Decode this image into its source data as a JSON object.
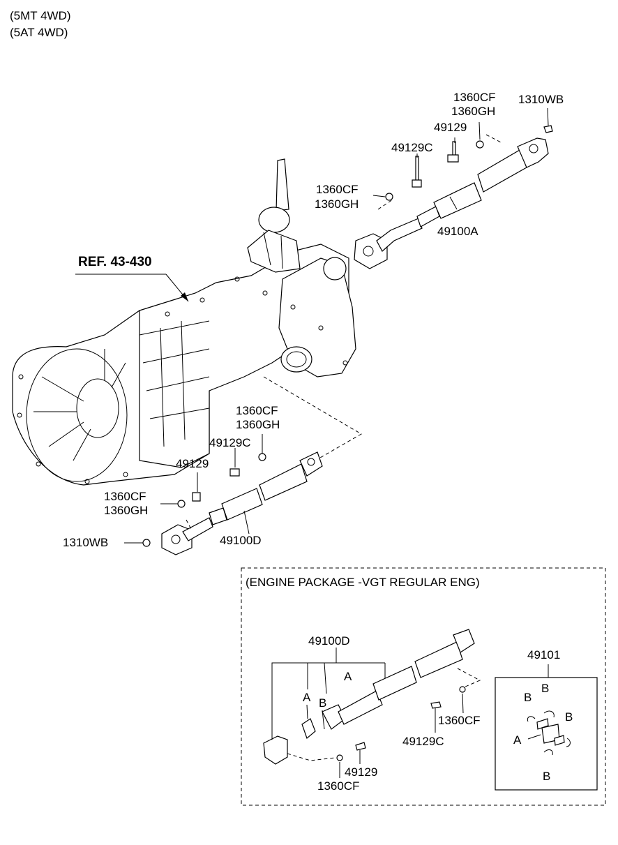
{
  "header": {
    "line1": "(5MT 4WD)",
    "line2": "(5AT 4WD)"
  },
  "ref_label": "REF. 43-430",
  "rear_shaft": {
    "a_1360cf": "1360CF",
    "a_1360gh": "1360GH",
    "a_1310wb": "1310WB",
    "a_49129": "49129",
    "a_49129c": "49129C",
    "b_1360cf": "1360CF",
    "b_1360gh": "1360GH",
    "assembly": "49100A"
  },
  "front_shaft": {
    "a_1360cf": "1360CF",
    "a_1360gh": "1360GH",
    "a_49129c": "49129C",
    "a_49129": "49129",
    "b_1360cf": "1360CF",
    "b_1360gh": "1360GH",
    "a_1310wb": "1310WB",
    "assembly": "49100D"
  },
  "package": {
    "title": "(ENGINE PACKAGE -VGT REGULAR ENG)",
    "assembly": "49100D",
    "a1": "A",
    "a2": "A",
    "b1": "B",
    "p_1360cf_top": "1360CF",
    "p_49129c": "49129C",
    "p_49129": "49129",
    "p_1360cf_bottom": "1360CF"
  },
  "joint_kit": {
    "part": "49101",
    "a": "A",
    "b_top_left": "B",
    "b_top": "B",
    "b_right": "B",
    "b_bottom": "B"
  }
}
